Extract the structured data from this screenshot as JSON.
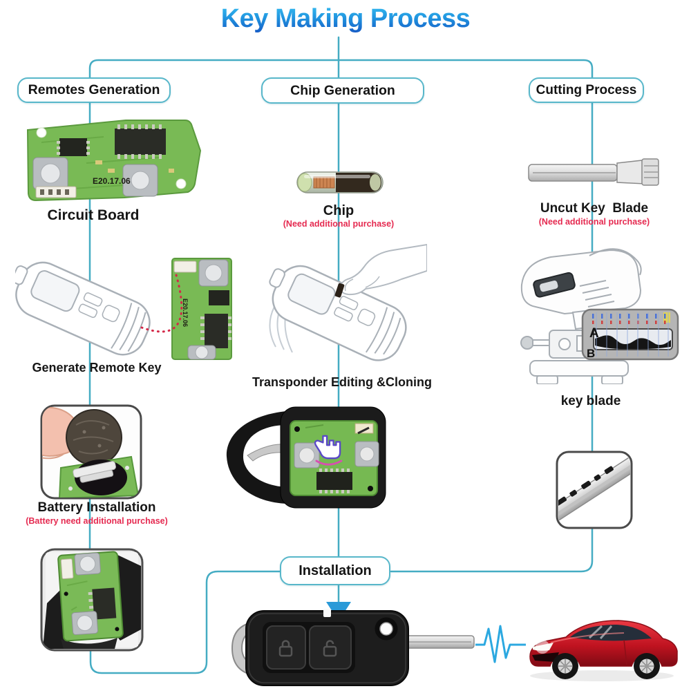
{
  "title": "Key Making Process",
  "headers": {
    "remotes": "Remotes Generation",
    "chip": "Chip Generation",
    "cutting": "Cutting Process"
  },
  "installation": "Installation",
  "steps": {
    "circuit_board": "Circuit Board",
    "generate_remote": "Generate Remote Key",
    "battery": "Battery Installation",
    "battery_note": "(Battery need additional purchase)",
    "chip": "Chip",
    "chip_note": "(Need additional purchase)",
    "transponder": "Transponder Editing &Cloning",
    "uncut_blade": "Uncut Key  Blade",
    "uncut_note": "(Need additional purchase)",
    "key_blade": "key blade"
  },
  "annotations": {
    "board_marking": "E20.17.06",
    "gauge_a": "A",
    "gauge_b": "B"
  },
  "colors": {
    "title_top": "#39c0f2",
    "title_bottom": "#1457c4",
    "connector": "#45acc3",
    "box_border": "#58b7ca",
    "label_text": "#161616",
    "note_red": "#e52a50",
    "pcb_green": "#79ba55",
    "arrow_blue": "#2a9ad8",
    "signal_blue": "#2ba8e0",
    "dotted_red": "#d42848",
    "car_red": "#c01320"
  }
}
